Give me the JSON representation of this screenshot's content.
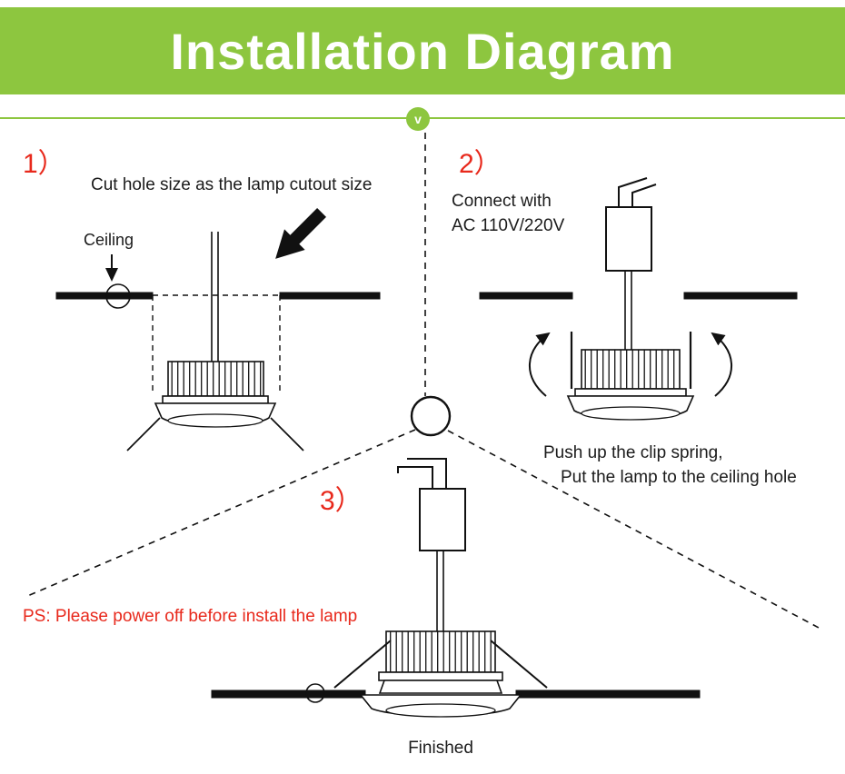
{
  "header": {
    "title": "Installation Diagram"
  },
  "divider": {
    "badge": "v"
  },
  "colors": {
    "banner_green": "#8dc63f",
    "step_red": "#e8291c",
    "line_black": "#111111"
  },
  "step1": {
    "number": "1）",
    "caption": "Cut hole size as the lamp cutout size",
    "ceiling_label": "Ceiling"
  },
  "step2": {
    "number": "2）",
    "caption_line1": "Connect with",
    "caption_line2": "AC 110V/220V",
    "note_line1": "Push up the clip spring,",
    "note_line2": "Put the lamp to the ceiling hole"
  },
  "step3": {
    "number": "3）",
    "warning": "PS: Please power off before install the lamp",
    "finished_label": "Finished"
  }
}
